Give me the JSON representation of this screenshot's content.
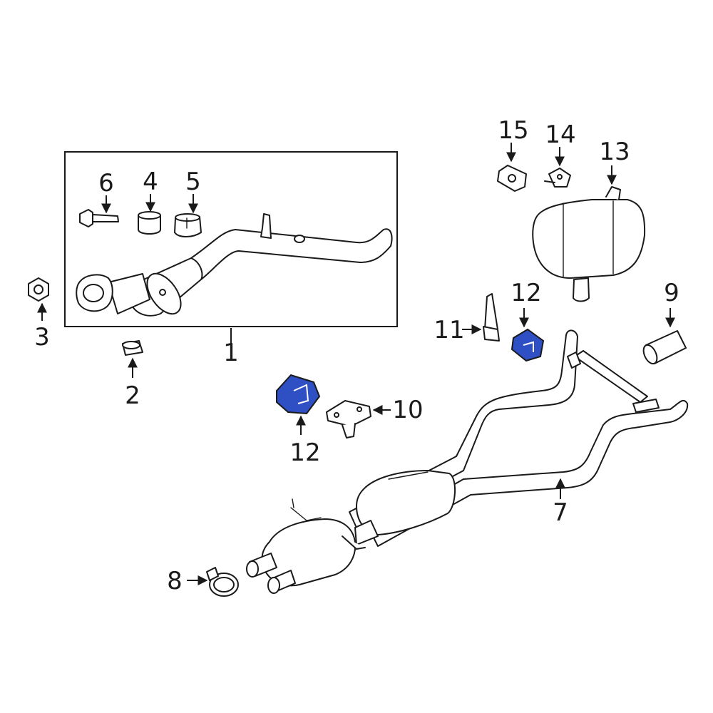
{
  "diagram": {
    "highlight_color": "#2f4fc4",
    "line_color": "#1a1a1a",
    "background": "#ffffff",
    "callouts": [
      {
        "id": "c1",
        "label": "1"
      },
      {
        "id": "c2",
        "label": "2"
      },
      {
        "id": "c3",
        "label": "3"
      },
      {
        "id": "c4",
        "label": "4"
      },
      {
        "id": "c5",
        "label": "5"
      },
      {
        "id": "c6",
        "label": "6"
      },
      {
        "id": "c7",
        "label": "7"
      },
      {
        "id": "c8",
        "label": "8"
      },
      {
        "id": "c9",
        "label": "9"
      },
      {
        "id": "c10",
        "label": "10"
      },
      {
        "id": "c11",
        "label": "11"
      },
      {
        "id": "c12a",
        "label": "12"
      },
      {
        "id": "c12b",
        "label": "12"
      },
      {
        "id": "c13",
        "label": "13"
      },
      {
        "id": "c14",
        "label": "14"
      },
      {
        "id": "c15",
        "label": "15"
      }
    ]
  }
}
